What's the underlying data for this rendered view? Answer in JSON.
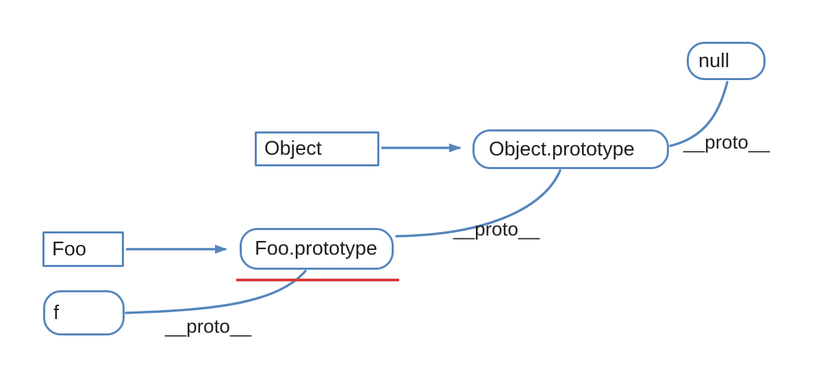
{
  "diagram": {
    "description": "JavaScript prototype chain diagram",
    "nodes": {
      "null_box": {
        "label": "null",
        "shape": "rounded-rect"
      },
      "object_box": {
        "label": "Object",
        "shape": "rect"
      },
      "object_prototype_box": {
        "label": "Object.prototype",
        "shape": "rounded-rect"
      },
      "foo_box": {
        "label": "Foo",
        "shape": "rect"
      },
      "foo_prototype_box": {
        "label": "Foo.prototype",
        "shape": "rounded-rect"
      },
      "f_box": {
        "label": "f",
        "shape": "rounded-rect"
      }
    },
    "edges": [
      {
        "from": "Object",
        "to": "Object.prototype",
        "style": "straight-arrow"
      },
      {
        "from": "Foo",
        "to": "Foo.prototype",
        "style": "straight-arrow"
      },
      {
        "from": "Object.prototype",
        "to": "null",
        "style": "curve",
        "label": "__proto__"
      },
      {
        "from": "Foo.prototype",
        "to": "Object.prototype",
        "style": "curve",
        "label": "__proto__"
      },
      {
        "from": "f",
        "to": "Foo.prototype",
        "style": "curve",
        "label": "__proto__"
      }
    ],
    "edge_labels": {
      "proto_top": "__proto__",
      "proto_middle": "__proto__",
      "proto_bottom": "__proto__"
    },
    "annotations": {
      "red_underline_under": "Foo.prototype"
    },
    "colors": {
      "stroke_blue": "#5585bd",
      "underline_red": "#d93b3b",
      "text": "#1f1f1f",
      "background": "#ffffff"
    }
  }
}
